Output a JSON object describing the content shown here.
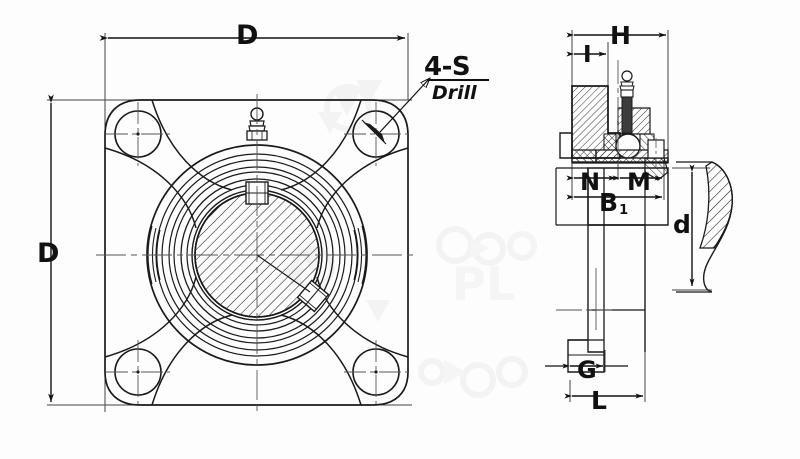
{
  "drawing": {
    "title": "4-Bolt Flange Bearing Unit Technical Drawing",
    "views": {
      "front": "front-elevation-square-flange",
      "side": "side-section-view"
    },
    "line_color": "#1a1a1a",
    "center_line_color": "#555555",
    "background_color": "#fdfdfd",
    "watermark_color": "#f0f0f2"
  },
  "dimensions": {
    "D_top": "D",
    "D_left": "D",
    "H": "H",
    "I": "I",
    "N": "N",
    "M": "M",
    "B": "B",
    "B_sub": "1",
    "d": "d",
    "G": "G",
    "L": "L"
  },
  "notes": {
    "hole_callout": "4-S",
    "hole_callout_second": "Drill"
  },
  "icons": {
    "arrow": "dimension-arrow",
    "leader": "leader-line-arrow"
  }
}
